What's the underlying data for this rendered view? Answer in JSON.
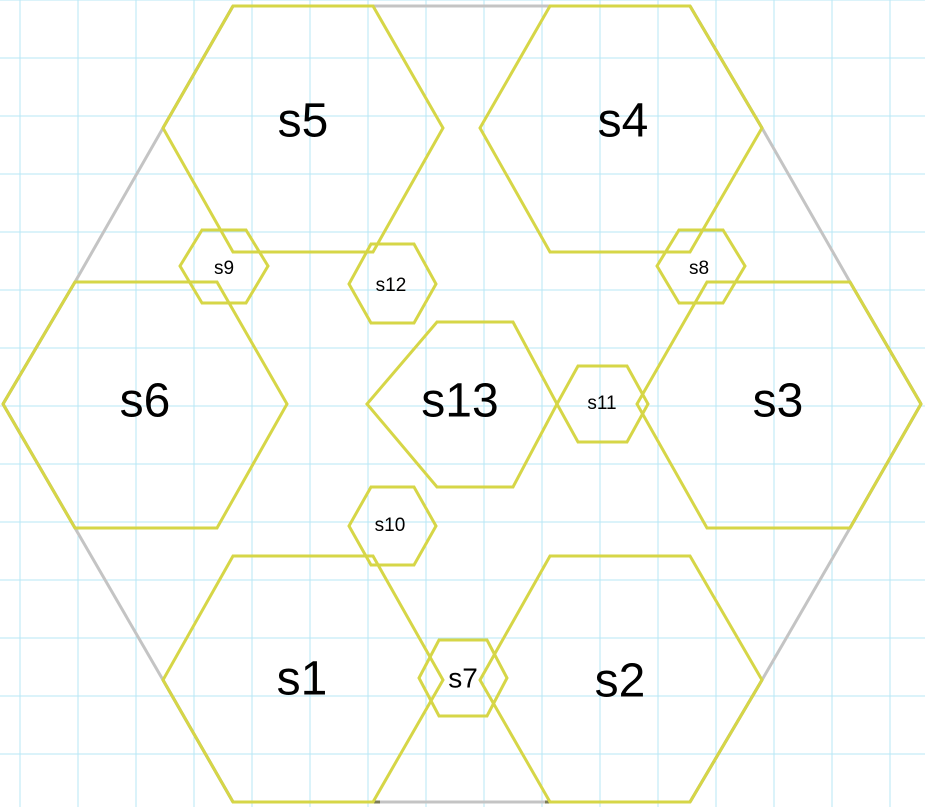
{
  "colors": {
    "background": "#ffffff",
    "grid": "#b7e7f5",
    "outer_dark": "#7c7c57",
    "outer_light": "#c4c4c4",
    "hex_stroke": "#d6d647"
  },
  "grid": {
    "visible": true
  },
  "labels": {
    "s1": "s1",
    "s2": "s2",
    "s3": "s3",
    "s4": "s4",
    "s5": "s5",
    "s6": "s6",
    "s7": "s7",
    "s8": "s8",
    "s9": "s9",
    "s10": "s10",
    "s11": "s11",
    "s12": "s12",
    "s13": "s13"
  }
}
